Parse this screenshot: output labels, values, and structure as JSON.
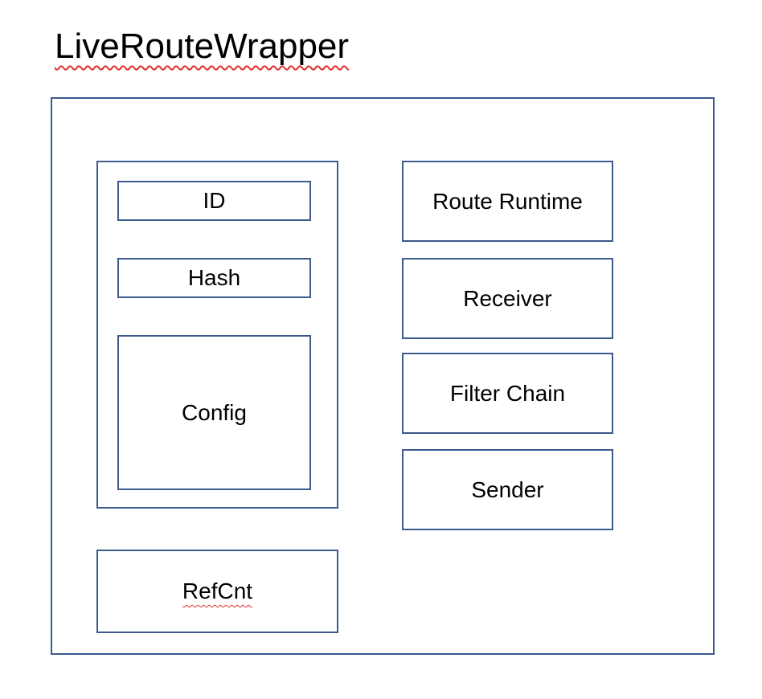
{
  "title": "LiveRouteWrapper",
  "boxes": {
    "id": "ID",
    "hash": "Hash",
    "config": "Config",
    "refcnt": "RefCnt",
    "route_runtime": "Route Runtime",
    "receiver": "Receiver",
    "filter_chain": "Filter Chain",
    "sender": "Sender"
  },
  "colors": {
    "border": "#3c5a8c",
    "spellcheck_underline": "#e03030"
  }
}
